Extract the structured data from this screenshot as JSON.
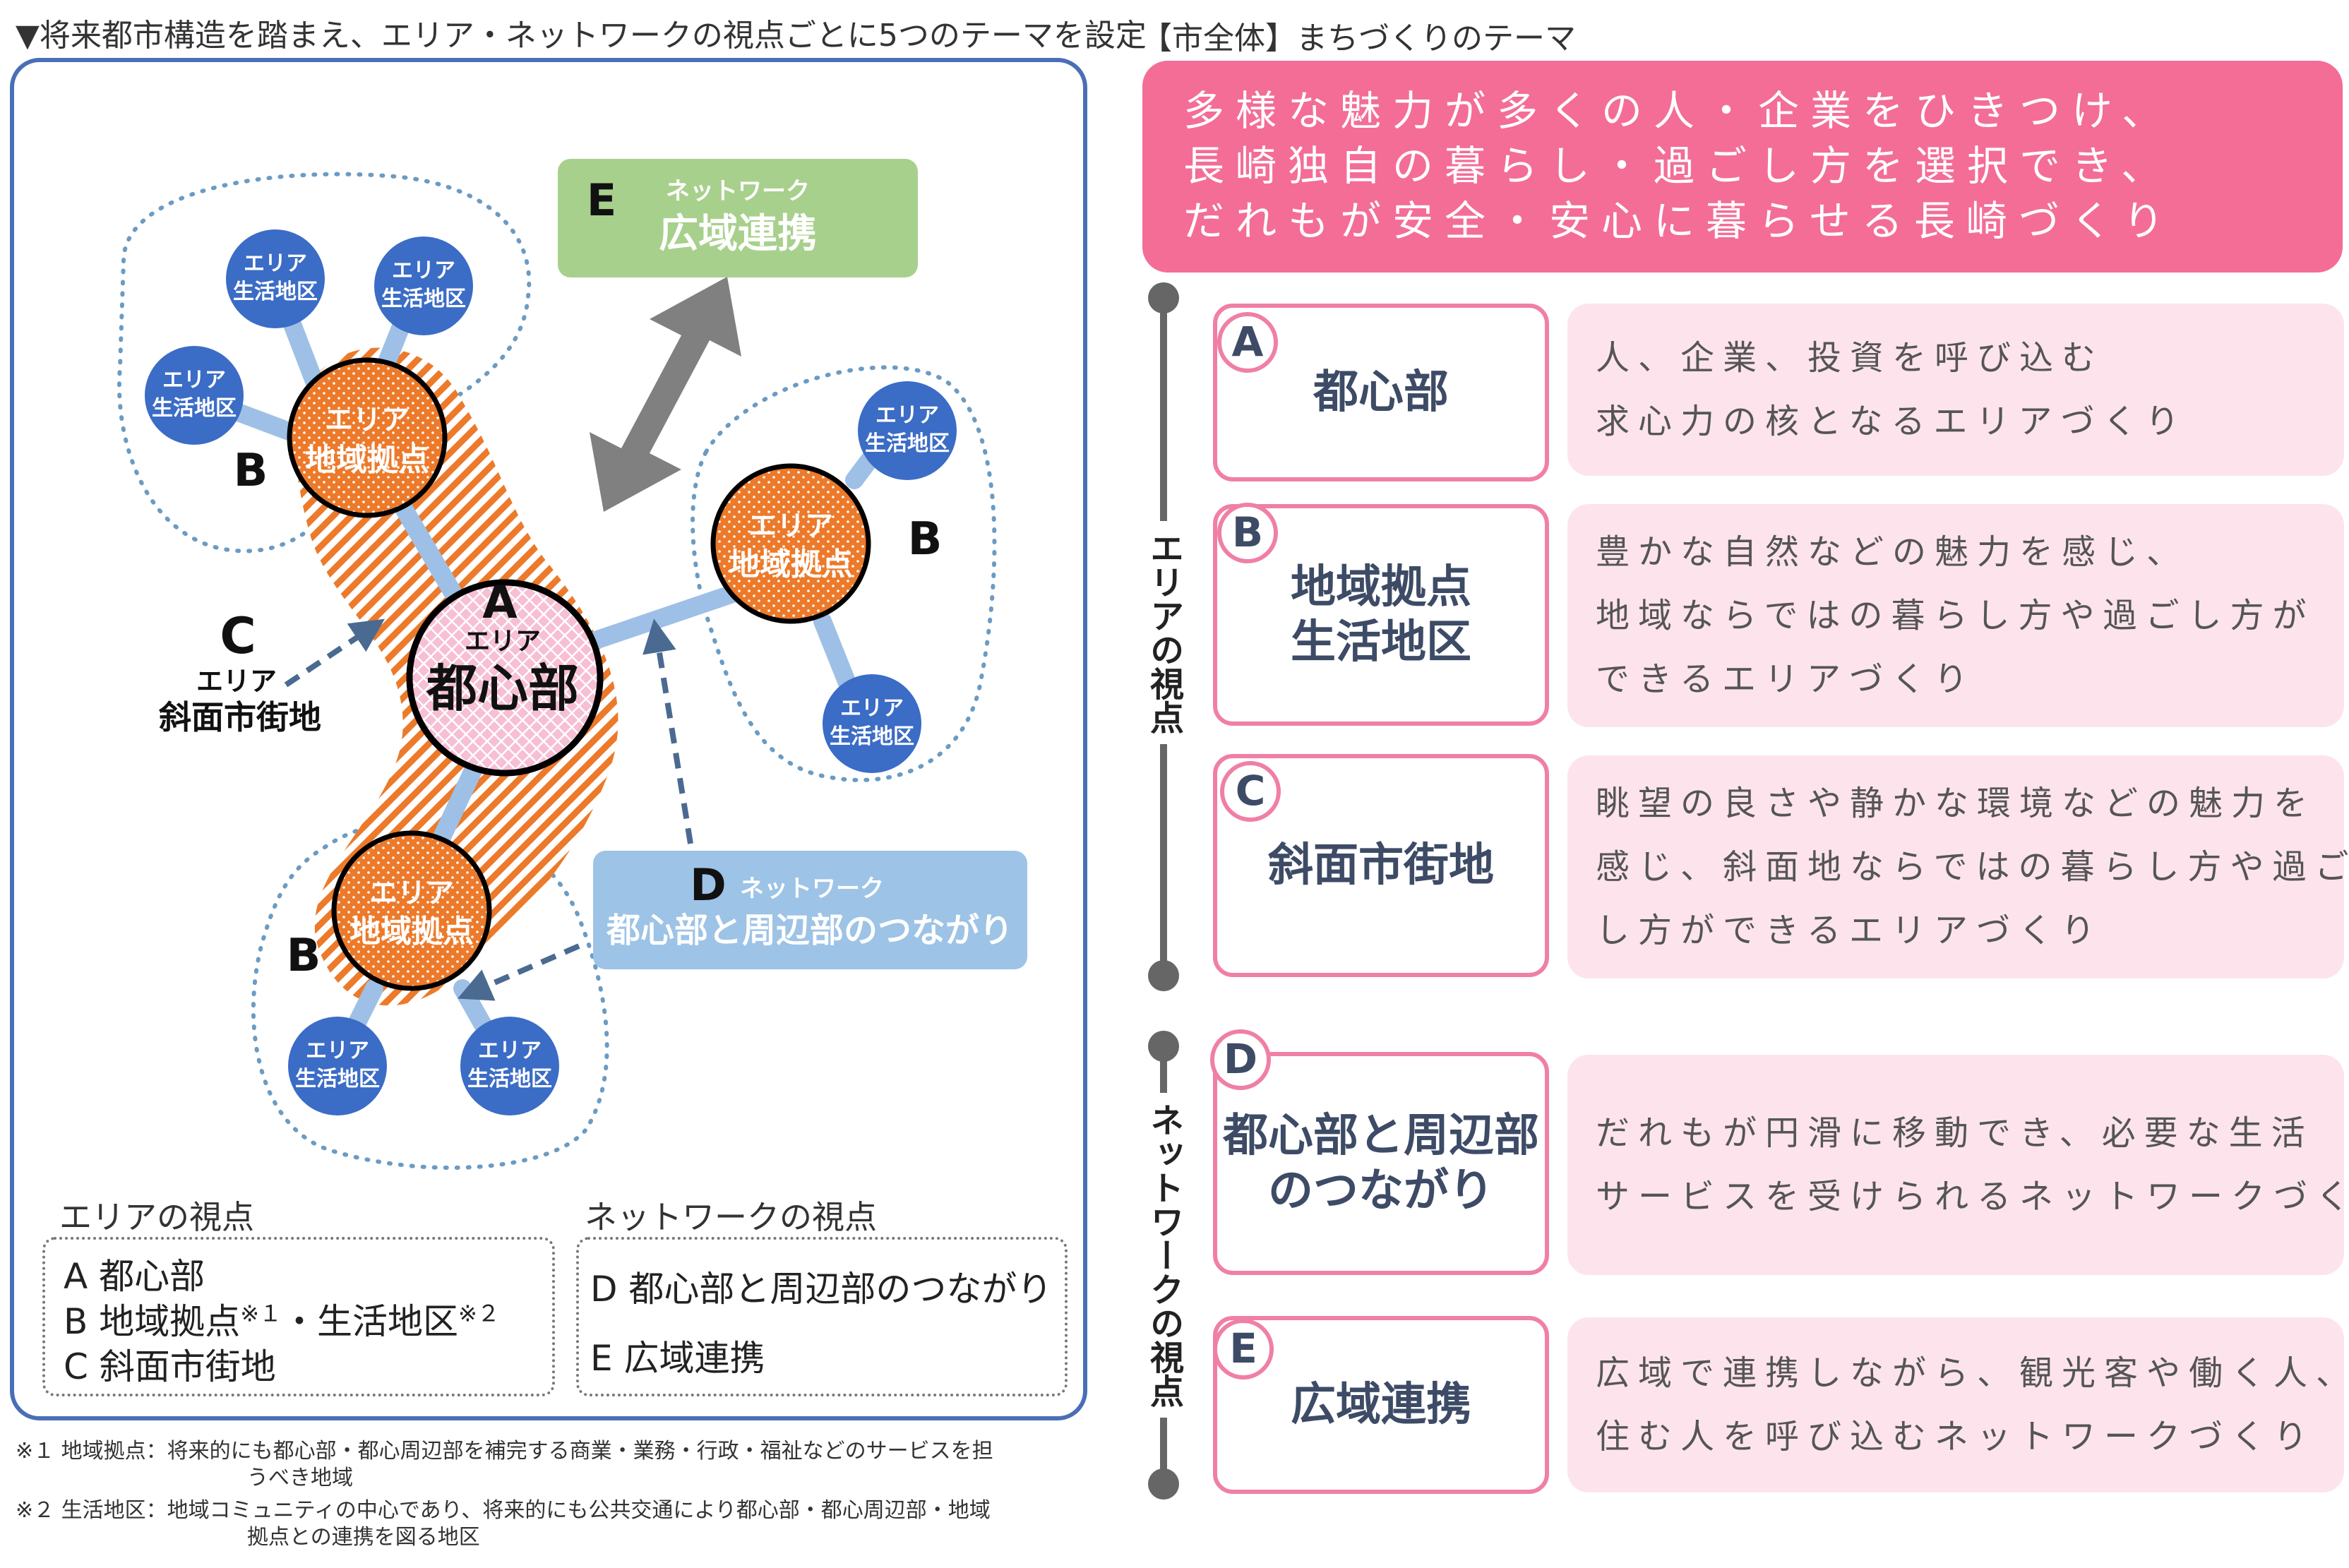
{
  "heading": {
    "left": "▼将来都市構造を踏まえ、エリア・ネットワークの視点ごとに5つのテーマを設定",
    "right": "【市全体】まちづくりのテーマ"
  },
  "diagram": {
    "a_letter": "A",
    "a_small": "エリア",
    "a_title": "都心部",
    "b_letter": "B",
    "regional_small": "エリア",
    "regional_title": "地域拠点",
    "living_top": "エリア",
    "living_bottom": "生活地区",
    "c_letter": "C",
    "c_small": "エリア",
    "c_title": "斜面市街地",
    "d_letter": "D",
    "d_small": "ネットワーク",
    "d_title": "都心部と周辺部のつながり",
    "e_letter": "E",
    "e_small": "ネットワーク",
    "e_title": "広域連携"
  },
  "legend": {
    "area_title": "エリアの視点",
    "area_items": [
      {
        "text": "A 都心部"
      },
      {
        "text": "B 地域拠点",
        "sup1": "※１",
        "mid": "・生活地区",
        "sup2": "※２"
      },
      {
        "text": "C 斜面市街地"
      }
    ],
    "network_title": "ネットワークの視点",
    "network_items": [
      "D 都心部と周辺部のつながり",
      "E 広域連携"
    ]
  },
  "notes": [
    "※１ 地域拠点：将来的にも都心部・都心周辺部を補完する商業・業務・行政・福祉などのサービスを担",
    "うべき地域",
    "※２ 生活地区：地域コミュニティの中心であり、将来的にも公共交通により都心部・都心周辺部・地域",
    "拠点との連携を図る地区"
  ],
  "vision": [
    "多様な魅力が多くの人・企業をひきつけ、",
    "長崎独自の暮らし・過ごし方を選択でき、",
    "だれもが安全・安心に暮らせる長崎づくり"
  ],
  "rails": {
    "area_label": "エリアの視点",
    "network_label": "ネットワークの視点"
  },
  "themes": [
    {
      "letter": "A",
      "title": "都心部",
      "desc": [
        "人、企業、投資を呼び込む",
        "求心力の核となるエリアづくり"
      ]
    },
    {
      "letter": "B",
      "title": "地域拠点\n生活地区",
      "desc": [
        "豊かな自然などの魅力を感じ、",
        "地域ならではの暮らし方や過ごし方が",
        "できるエリアづくり"
      ]
    },
    {
      "letter": "C",
      "title": "斜面市街地",
      "desc": [
        "眺望の良さや静かな環境などの魅力を",
        "感じ、斜面地ならではの暮らし方や過ご",
        "し方ができるエリアづくり"
      ]
    },
    {
      "letter": "D",
      "title": "都心部と周辺部\nのつながり",
      "desc": [
        "だれもが円滑に移動でき、必要な生活",
        "サービスを受けられるネットワークづくり"
      ]
    },
    {
      "letter": "E",
      "title": "広域連携",
      "desc": [
        "広域で連携しながら、観光客や働く人、",
        "住む人を呼び込むネットワークづくり"
      ]
    }
  ],
  "colors": {
    "frame_blue": "#4a6fb6",
    "pink": "#f36d97",
    "pink_border": "#f07fa6",
    "pink_light": "#fde4ec",
    "orange": "#ec7a2a",
    "node_blue": "#3b6cc6",
    "link_blue": "#9ec0e6",
    "green": "#a8d08d",
    "lightblue": "#9dc3e6"
  }
}
